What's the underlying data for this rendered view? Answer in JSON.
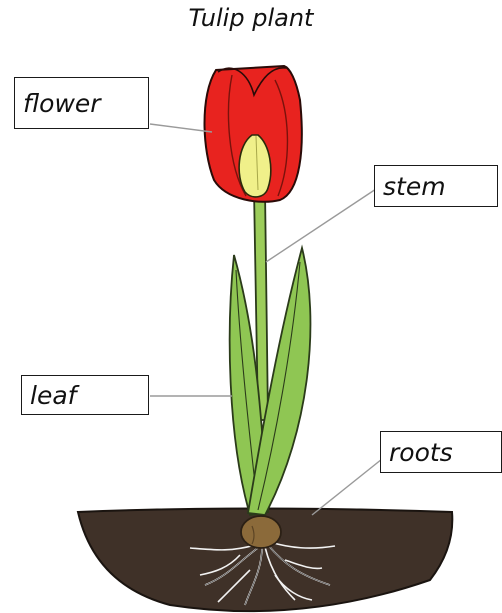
{
  "diagram": {
    "title": "Tulip plant",
    "labels": {
      "flower": "flower",
      "stem": "stem",
      "leaf": "leaf",
      "roots": "roots"
    },
    "colors": {
      "petal": "#e8231f",
      "petal_outline": "#b5160f",
      "bud": "#f0f08a",
      "stem": "#9ccd5a",
      "leaf": "#8fc653",
      "soil": "#3f3128",
      "bulb": "#8b6a3a",
      "roots": "#f2f2f2",
      "leader_line": "#9a9a9a"
    }
  }
}
